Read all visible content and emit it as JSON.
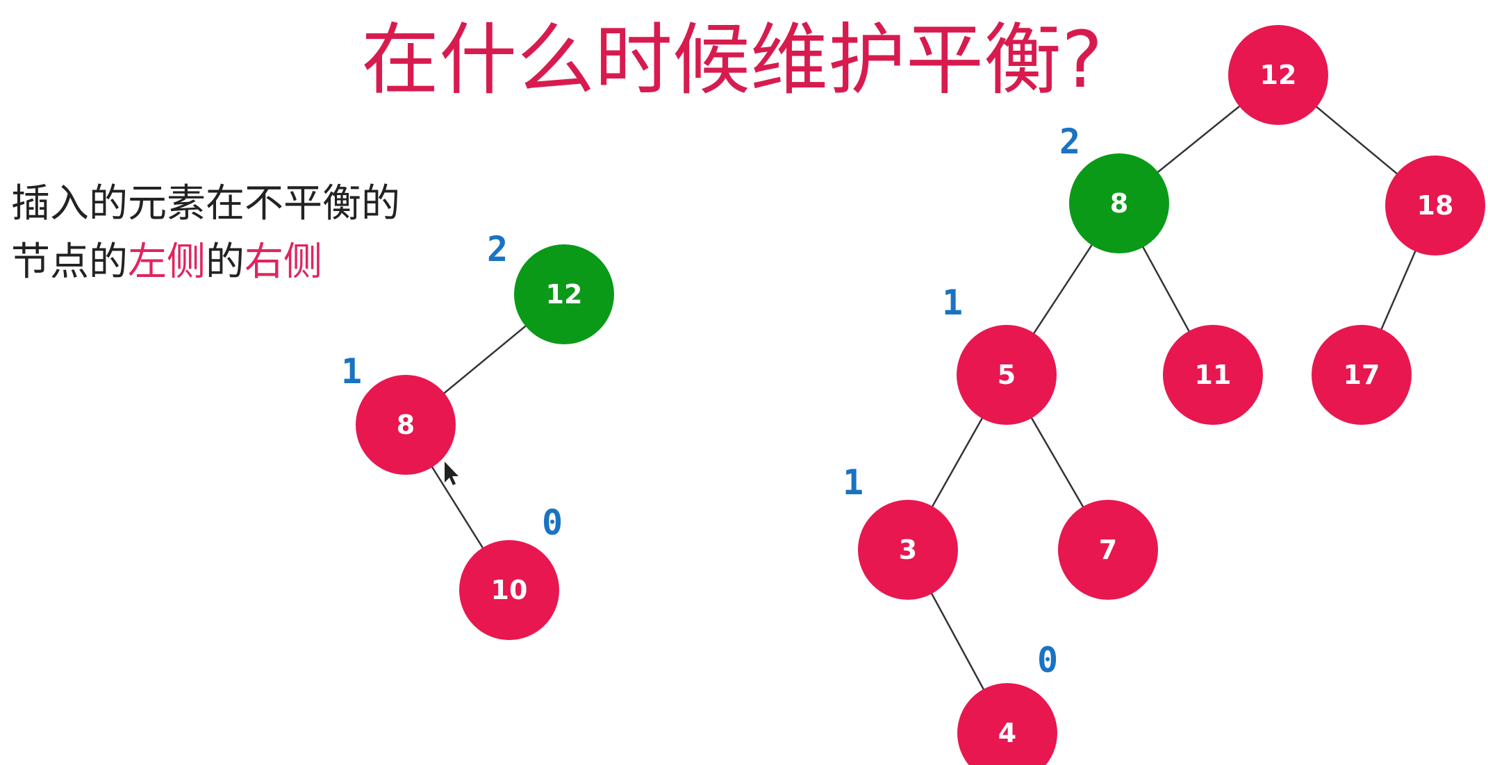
{
  "title": "在什么时候维护平衡?",
  "description": {
    "line1": "插入的元素在不平衡的",
    "line2_parts": [
      "节点的",
      "左侧",
      "的",
      "右侧"
    ]
  },
  "colors": {
    "title": "#d81b4f",
    "highlight": "#e0245e",
    "node_default": "#e8174f",
    "node_unbalanced": "#0a9a18",
    "balance_factor": "#1a73c2",
    "edge": "#333333"
  },
  "left_tree": {
    "nodes": [
      {
        "id": "L12",
        "label": "12",
        "status": "unbalanced",
        "bf": "2"
      },
      {
        "id": "L8",
        "label": "8",
        "status": "normal",
        "bf": "1"
      },
      {
        "id": "L10",
        "label": "10",
        "status": "normal",
        "bf": "0"
      }
    ],
    "edges": [
      [
        "L12",
        "L8"
      ],
      [
        "L8",
        "L10"
      ]
    ]
  },
  "right_tree": {
    "nodes": [
      {
        "id": "R12",
        "label": "12",
        "status": "normal",
        "bf": ""
      },
      {
        "id": "R8",
        "label": "8",
        "status": "unbalanced",
        "bf": "2"
      },
      {
        "id": "R18",
        "label": "18",
        "status": "normal",
        "bf": ""
      },
      {
        "id": "R5",
        "label": "5",
        "status": "normal",
        "bf": "1"
      },
      {
        "id": "R11",
        "label": "11",
        "status": "normal",
        "bf": ""
      },
      {
        "id": "R17",
        "label": "17",
        "status": "normal",
        "bf": ""
      },
      {
        "id": "R3",
        "label": "3",
        "status": "normal",
        "bf": "1"
      },
      {
        "id": "R7",
        "label": "7",
        "status": "normal",
        "bf": ""
      },
      {
        "id": "R4",
        "label": "4",
        "status": "normal",
        "bf": "0"
      }
    ],
    "edges": [
      [
        "R12",
        "R8"
      ],
      [
        "R12",
        "R18"
      ],
      [
        "R8",
        "R5"
      ],
      [
        "R8",
        "R11"
      ],
      [
        "R18",
        "R17"
      ],
      [
        "R5",
        "R3"
      ],
      [
        "R5",
        "R7"
      ],
      [
        "R3",
        "R4"
      ]
    ]
  }
}
